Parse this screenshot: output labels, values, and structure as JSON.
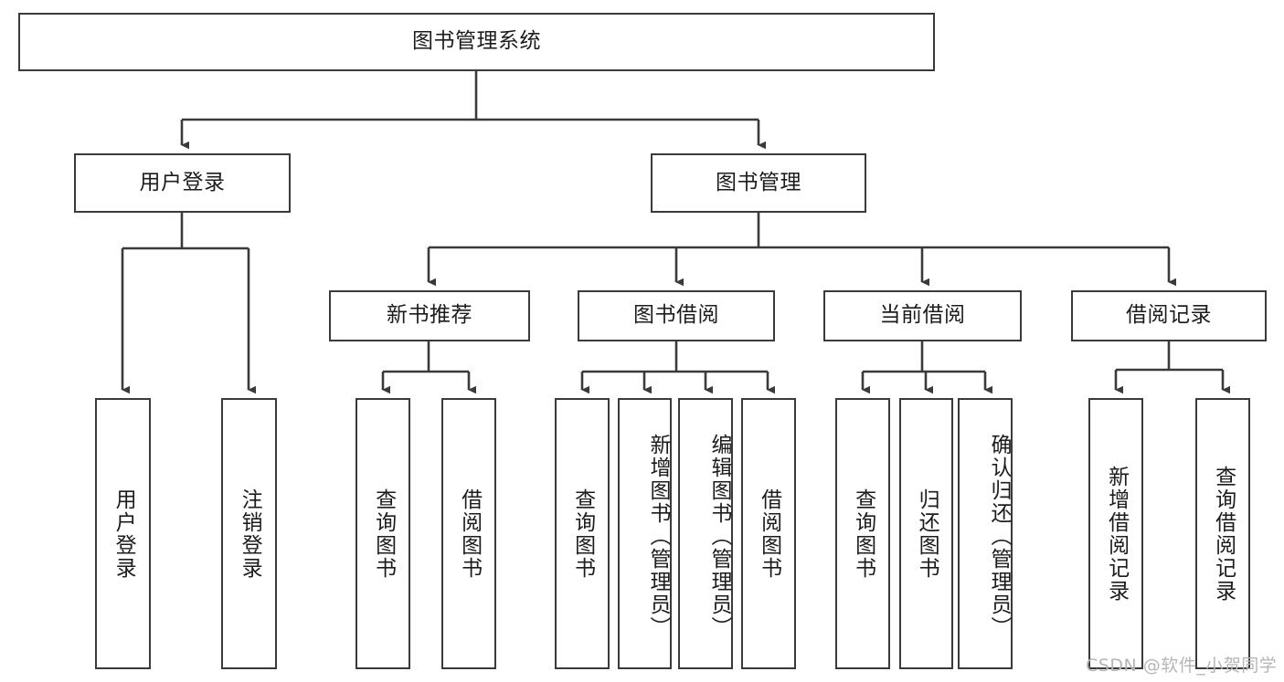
{
  "diagram": {
    "type": "tree-hierarchy",
    "title": "图书管理系统",
    "root": {
      "id": "root",
      "label": "图书管理系统",
      "orientation": "horizontal"
    },
    "level2": [
      {
        "id": "user-login",
        "label": "用户登录",
        "orientation": "horizontal"
      },
      {
        "id": "book-management",
        "label": "图书管理",
        "orientation": "horizontal"
      }
    ],
    "level3": [
      {
        "id": "new-book-recommend",
        "label": "新书推荐",
        "orientation": "horizontal",
        "parent": "book-management"
      },
      {
        "id": "book-borrow",
        "label": "图书借阅",
        "orientation": "horizontal",
        "parent": "book-management"
      },
      {
        "id": "current-borrow",
        "label": "当前借阅",
        "orientation": "horizontal",
        "parent": "book-management"
      },
      {
        "id": "borrow-record",
        "label": "借阅记录",
        "orientation": "horizontal",
        "parent": "book-management"
      }
    ],
    "leaves": [
      {
        "id": "leaf-user-login",
        "label": "用户登录",
        "orientation": "vertical",
        "parent": "user-login"
      },
      {
        "id": "leaf-logout",
        "label": "注销登录",
        "orientation": "vertical",
        "parent": "user-login"
      },
      {
        "id": "leaf-query-book-1",
        "label": "查询图书",
        "orientation": "vertical",
        "parent": "new-book-recommend"
      },
      {
        "id": "leaf-borrow-book-1",
        "label": "借阅图书",
        "orientation": "vertical",
        "parent": "new-book-recommend"
      },
      {
        "id": "leaf-query-book-2",
        "label": "查询图书",
        "orientation": "vertical",
        "parent": "book-borrow"
      },
      {
        "id": "leaf-add-book",
        "label": "新增图书（管理员）",
        "orientation": "vertical",
        "parent": "book-borrow"
      },
      {
        "id": "leaf-edit-book",
        "label": "编辑图书（管理员）",
        "orientation": "vertical",
        "parent": "book-borrow"
      },
      {
        "id": "leaf-borrow-book-2",
        "label": "借阅图书",
        "orientation": "vertical",
        "parent": "book-borrow"
      },
      {
        "id": "leaf-query-book-3",
        "label": "查询图书",
        "orientation": "vertical",
        "parent": "current-borrow"
      },
      {
        "id": "leaf-return-book",
        "label": "归还图书",
        "orientation": "vertical",
        "parent": "current-borrow"
      },
      {
        "id": "leaf-confirm-return",
        "label": "确认归还（管理员）",
        "orientation": "vertical",
        "parent": "current-borrow"
      },
      {
        "id": "leaf-add-record",
        "label": "新增借阅记录",
        "orientation": "vertical",
        "parent": "borrow-record"
      },
      {
        "id": "leaf-query-record",
        "label": "查询借阅记录",
        "orientation": "vertical",
        "parent": "borrow-record"
      }
    ],
    "watermark": "CSDN @软件_小贺同学",
    "colors": {
      "stroke": "#3a3a3a",
      "text": "#1c1c1c",
      "background": "#ffffff",
      "watermark": "#b6b6b6"
    }
  }
}
